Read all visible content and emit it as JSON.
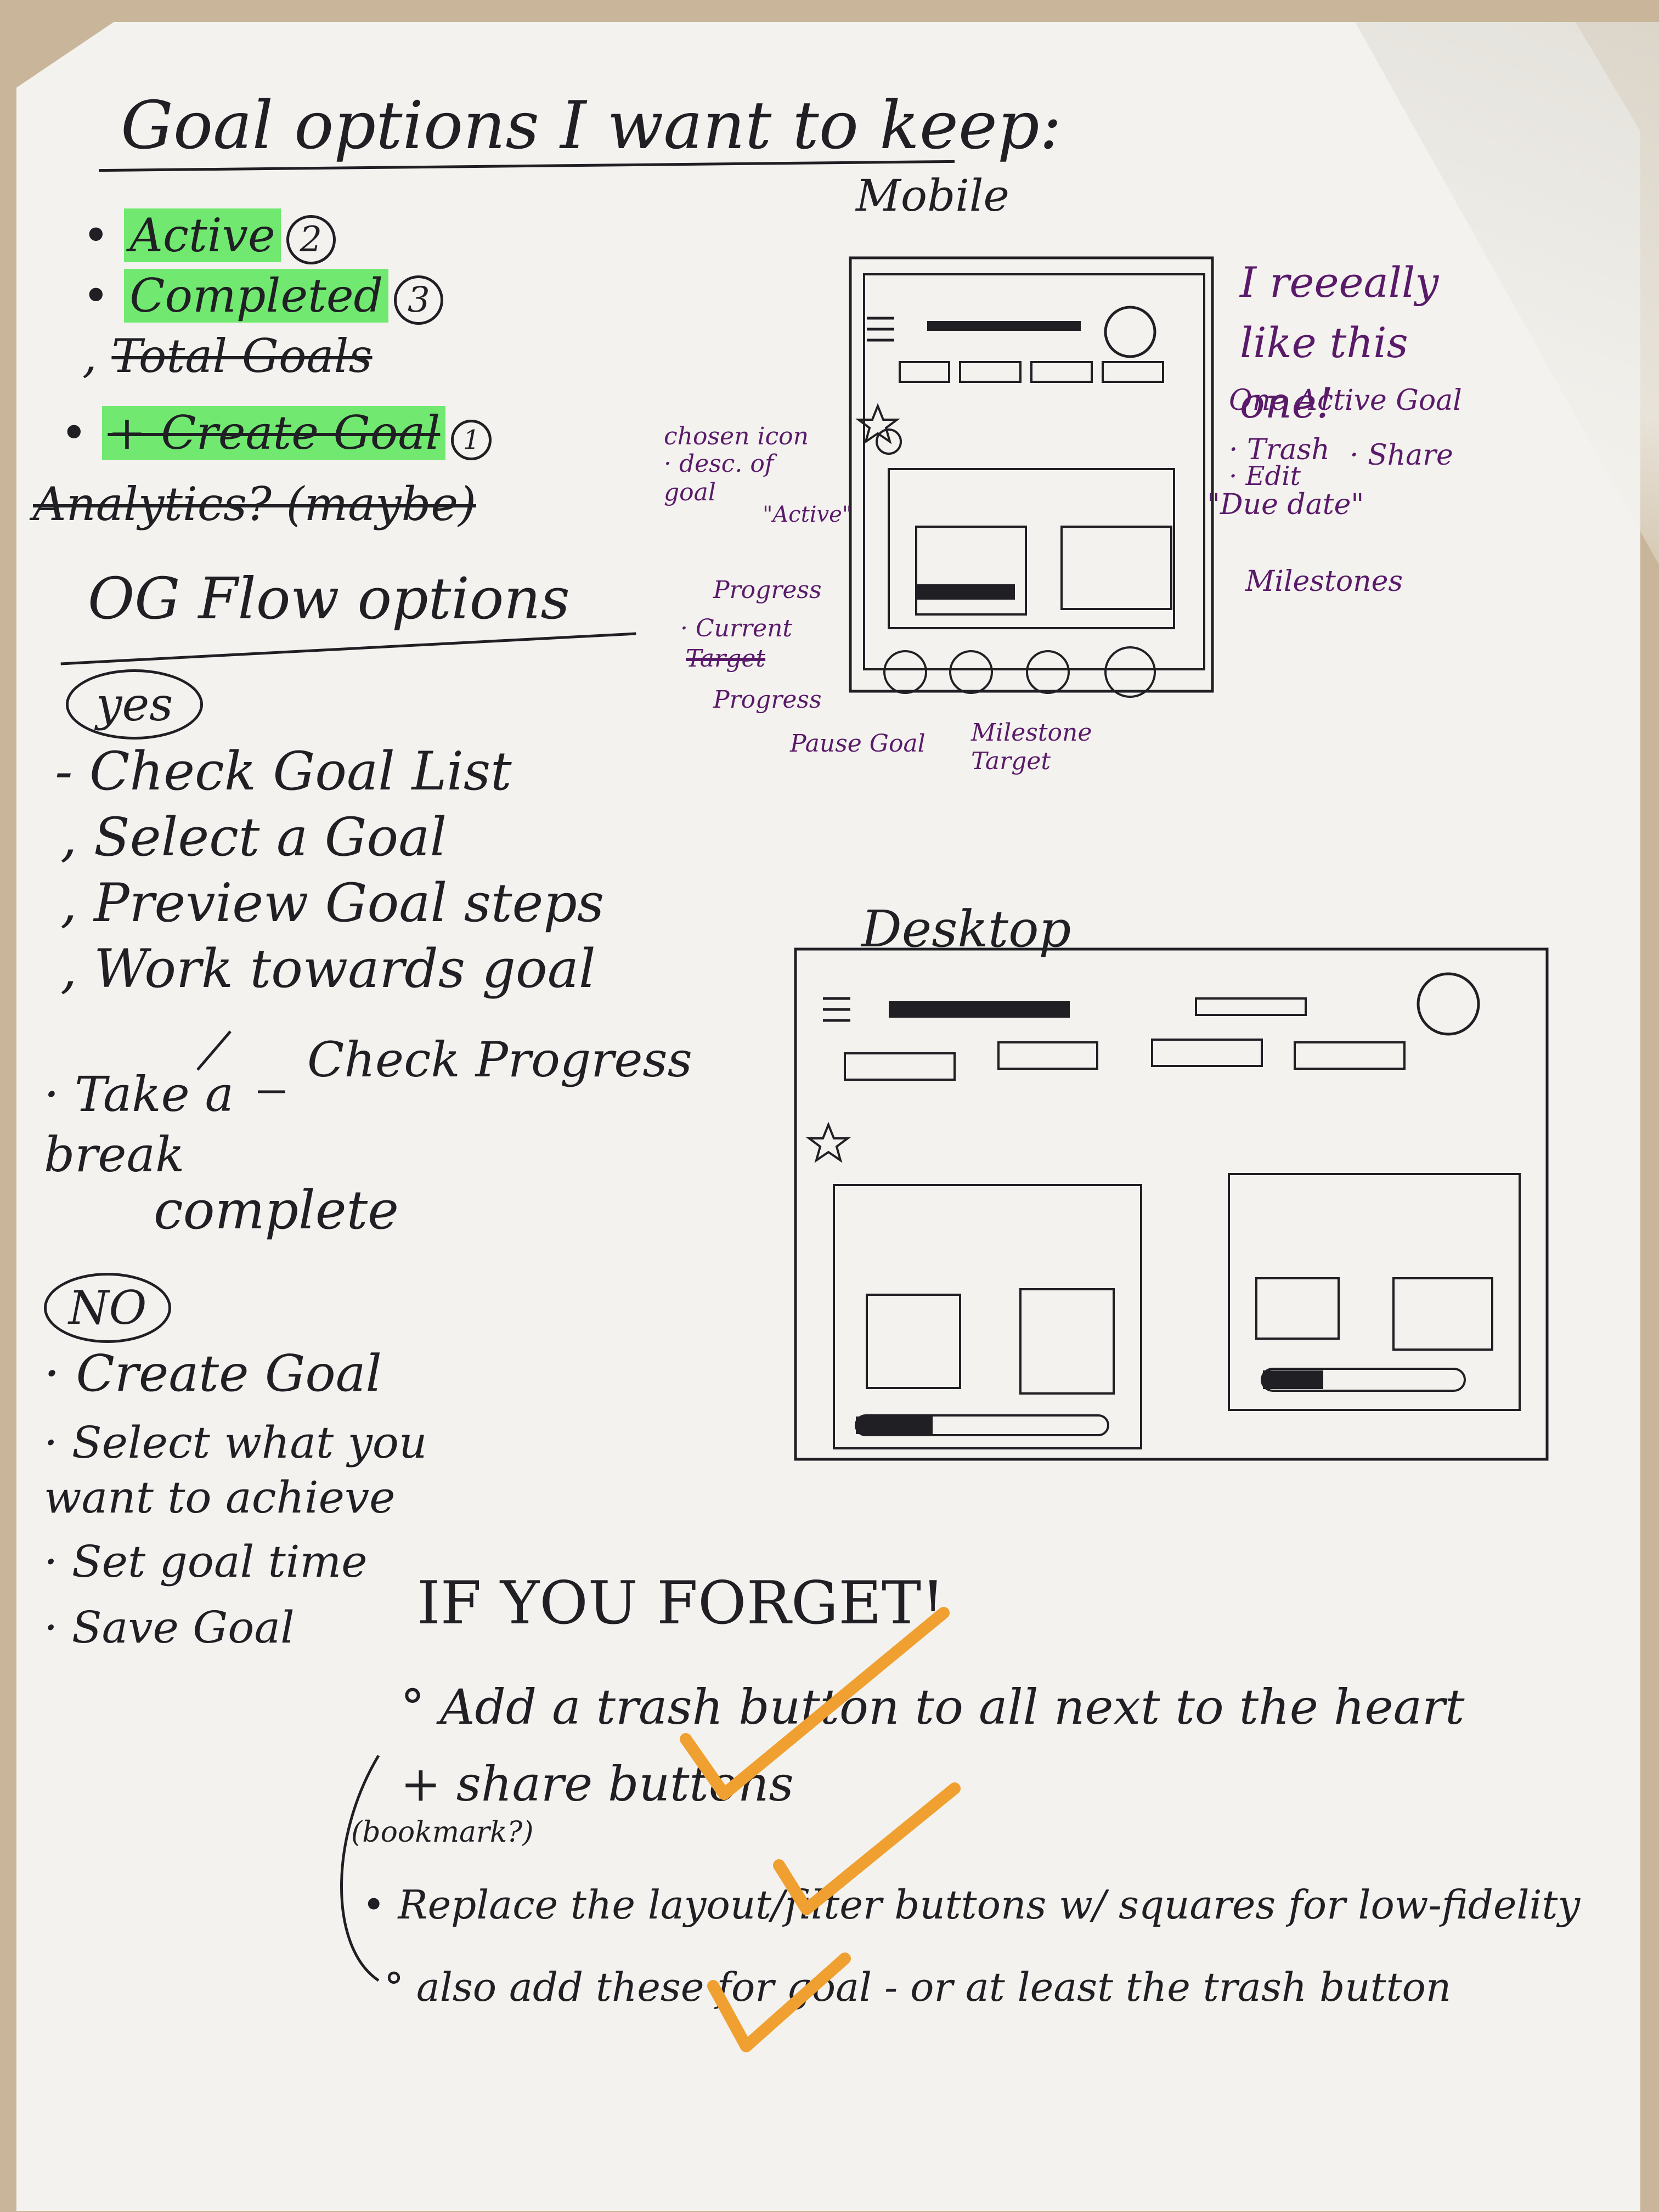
{
  "title": "Goal options I want to keep:",
  "keep_options": [
    {
      "label": "Active",
      "count": "2",
      "highlight": true,
      "struck": false
    },
    {
      "label": "Completed",
      "count": "3",
      "highlight": true,
      "struck": false
    },
    {
      "label": "Total Goals",
      "count": "",
      "highlight": false,
      "struck": true
    },
    {
      "label": "+ Create Goal",
      "count": "1",
      "highlight": true,
      "struck": false
    },
    {
      "label": "Analytics? (maybe)",
      "count": "",
      "highlight": false,
      "struck": true
    }
  ],
  "flow_title": "OG Flow options",
  "yes_label": "yes",
  "yes_steps": [
    "Check Goal List",
    "Select a Goal",
    "Preview Goal steps",
    "Work towards goal"
  ],
  "take_break": "Take a break",
  "check_progress": "Check Progress",
  "complete": "complete",
  "no_label": "NO",
  "no_steps": [
    "Create Goal",
    "Select what you want to achieve",
    "Set goal time",
    "Save Goal"
  ],
  "mobile": {
    "title": "Mobile",
    "comment": "I reeeally like this one!",
    "annotations": {
      "one_active_goal": "One Active Goal",
      "trash": "Trash",
      "edit": "Edit",
      "share": "Share",
      "due_date": "\"Due date\"",
      "milestones": "Milestones",
      "chosen_icon": "chosen icon",
      "desc_of_goal": "desc. of goal",
      "active": "\"Active\"",
      "progress_label": "Progress",
      "current": "Current",
      "target": "Target",
      "progress_bottom": "Progress",
      "pause_goal": "Pause Goal",
      "milestone_target": "Milestone Target"
    }
  },
  "desktop": {
    "title": "Desktop"
  },
  "reminder": {
    "heading": "IF YOU FORGET!",
    "items": [
      "Add a trash button to all next to the heart",
      "+ share buttons",
      "(bookmark?)",
      "Replace the layout/filter buttons w/ squares for low-fidelity",
      "also add these for goal - or at least the trash button"
    ]
  },
  "colors": {
    "ink": "#1f1f24",
    "purple_ink": "#5a1a6a",
    "highlighter": "#46e646",
    "check_orange": "#f0a030",
    "paper": "#f3f2ee"
  }
}
